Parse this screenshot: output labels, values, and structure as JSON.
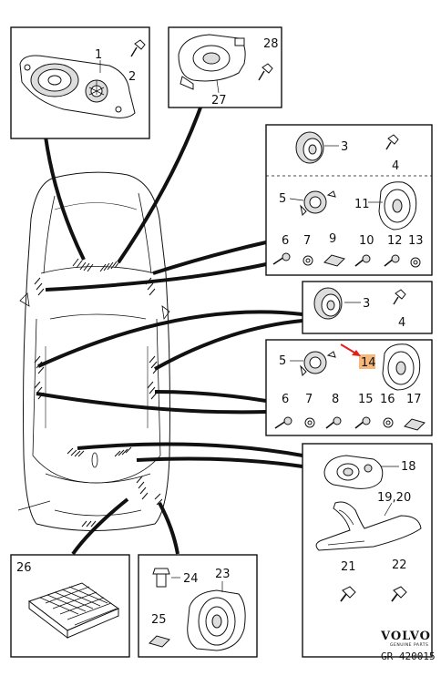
{
  "labels": {
    "p1": "1",
    "p2": "2",
    "p3a": "3",
    "p4a": "4",
    "p5a": "5",
    "p6a": "6",
    "p7a": "7",
    "p9": "9",
    "p10": "10",
    "p11": "11",
    "p12": "12",
    "p13": "13",
    "p3b": "3",
    "p4b": "4",
    "p5b": "5",
    "p6b": "6",
    "p7b": "7",
    "p8": "8",
    "p14": "14",
    "p15": "15",
    "p16": "16",
    "p17": "17",
    "p18": "18",
    "p1920": "19,20",
    "p21": "21",
    "p22": "22",
    "p23": "23",
    "p24": "24",
    "p25": "25",
    "p26": "26",
    "p27": "27",
    "p28": "28"
  },
  "brand": {
    "name": "VOLVO",
    "subtitle": "GENUINE PARTS"
  },
  "reference": "GR-420015",
  "colors": {
    "highlight": "#f5b87a",
    "arrow": "#e0201a",
    "stroke": "#111111"
  }
}
